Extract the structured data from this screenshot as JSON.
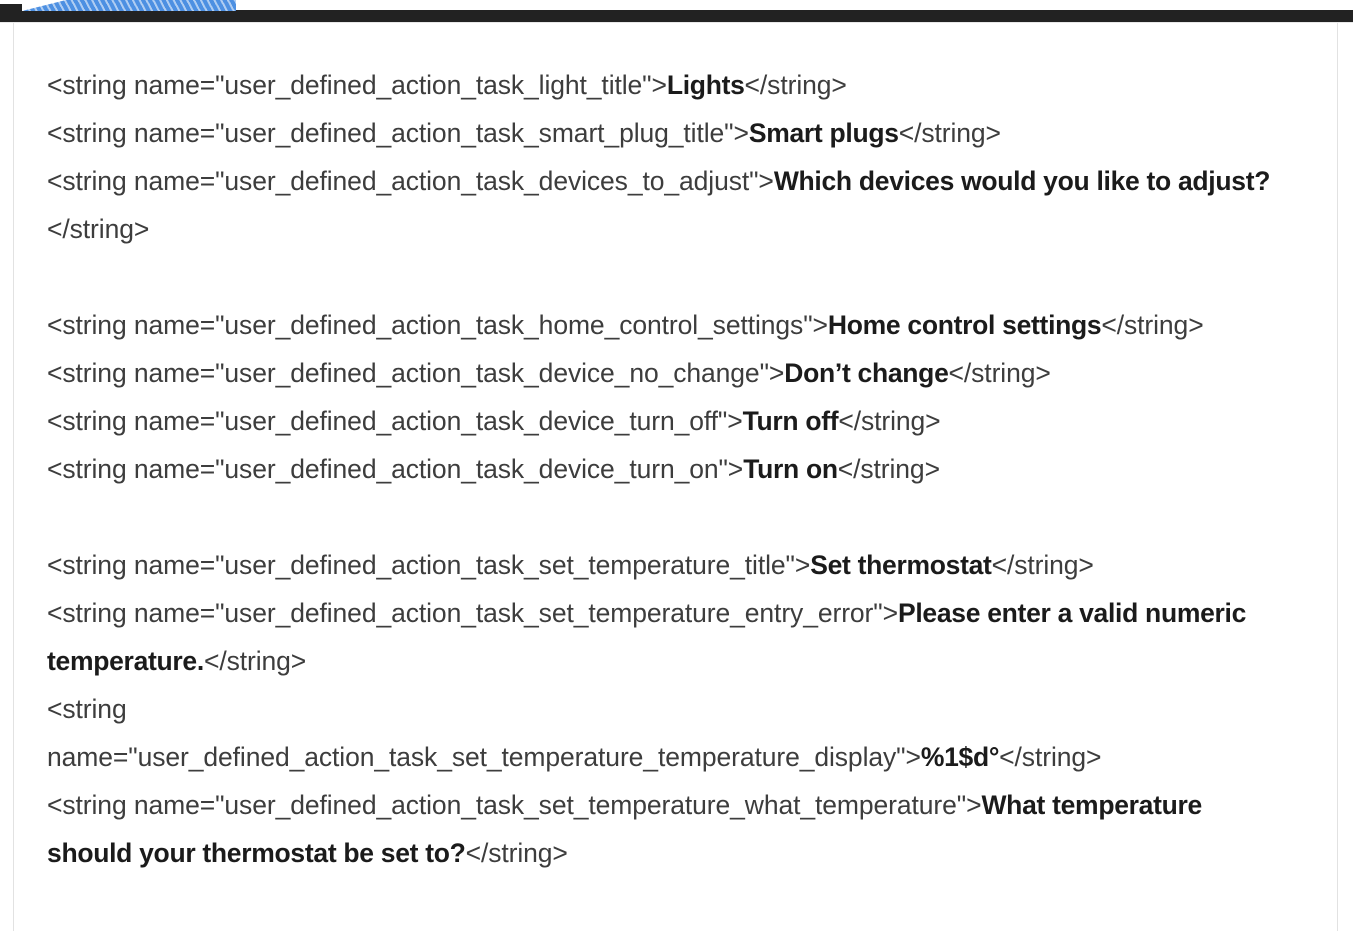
{
  "window": {
    "chrome": {
      "tab_indicator": "striped-blue-tab",
      "accent_color": "#4d90e2",
      "header_color": "#222222",
      "panel_border_color": "#e2e2e2",
      "background_color": "#ffffff"
    }
  },
  "document": {
    "file_type": "android-strings-xml",
    "blocks": [
      {
        "id": "device-type-titles",
        "entries": [
          {
            "open_prefix": "<string name=\"",
            "name": "user_defined_action_task_light_title",
            "open_suffix": "\">",
            "value": "Lights",
            "close": "</string>"
          },
          {
            "open_prefix": "<string name=\"",
            "name": "user_defined_action_task_smart_plug_title",
            "open_suffix": "\">",
            "value": "Smart plugs",
            "close": "</string>"
          },
          {
            "open_prefix": "<string name=\"",
            "name": "user_defined_action_task_devices_to_adjust",
            "open_suffix": "\">",
            "value": "Which devices would you like to adjust?",
            "close": "</string>"
          }
        ]
      },
      {
        "id": "home-control-settings",
        "entries": [
          {
            "open_prefix": "<string name=\"",
            "name": "user_defined_action_task_home_control_settings",
            "open_suffix": "\">",
            "value": "Home control settings",
            "close": "</string>"
          },
          {
            "open_prefix": "<string name=\"",
            "name": "user_defined_action_task_device_no_change",
            "open_suffix": "\">",
            "value": "Don’t change",
            "close": "</string>"
          },
          {
            "open_prefix": "<string name=\"",
            "name": "user_defined_action_task_device_turn_off",
            "open_suffix": "\">",
            "value": "Turn off",
            "close": "</string>"
          },
          {
            "open_prefix": "<string name=\"",
            "name": "user_defined_action_task_device_turn_on",
            "open_suffix": "\">",
            "value": "Turn on",
            "close": "</string>"
          }
        ]
      },
      {
        "id": "set-thermostat",
        "entries": [
          {
            "open_prefix": "<string name=\"",
            "name": "user_defined_action_task_set_temperature_title",
            "open_suffix": "\">",
            "value": "Set thermostat",
            "close": "</string>"
          },
          {
            "open_prefix": "<string name=\"",
            "name": "user_defined_action_task_set_temperature_entry_error",
            "open_suffix": "\">",
            "value": "Please enter a valid numeric temperature.",
            "close": "</string>"
          },
          {
            "open_prefix": "<string ",
            "attr_prefix": "name=\"",
            "name": "user_defined_action_task_set_temperature_temperature_display",
            "open_suffix": "\">",
            "value": "%1$d°",
            "close": "</string>",
            "wrap_after_tag": true
          },
          {
            "open_prefix": "<string name=\"",
            "name": "user_defined_action_task_set_temperature_what_temperature",
            "open_suffix": "\">",
            "value": "What temperature should your thermostat be set to?",
            "close": "</string>"
          }
        ]
      }
    ]
  }
}
